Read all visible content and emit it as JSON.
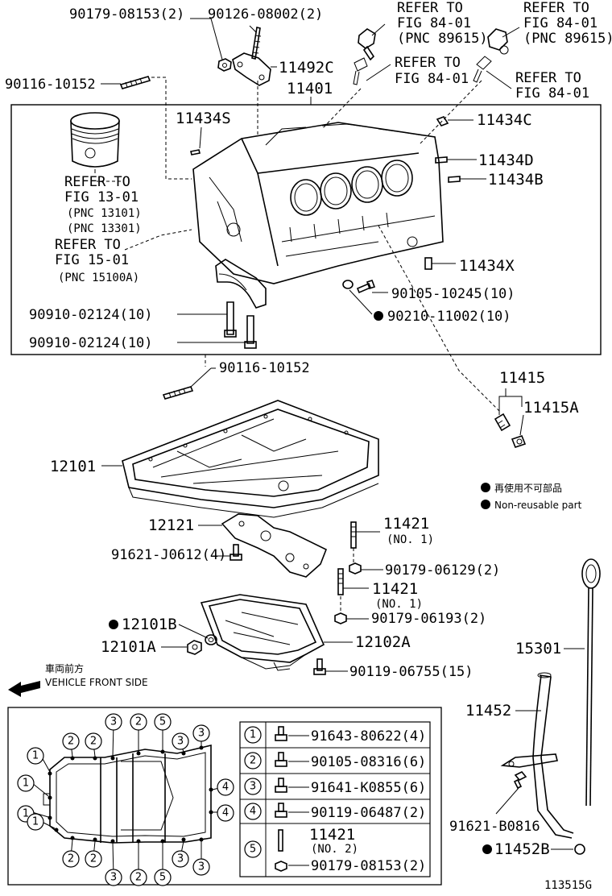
{
  "labels": {
    "p90179_08153": "90179-08153(2)",
    "p90126_08002": "90126-08002(2)",
    "refer1_a": "REFER TO",
    "refer1_b": "FIG 84-01",
    "refer1_c": "(PNC 89615)",
    "refer2_a": "REFER TO",
    "refer2_b": "FIG 84-01",
    "refer2_c": "(PNC 89615)",
    "p90116_10152_top": "90116-10152",
    "p11492C": "11492C",
    "refer3_a": "REFER TO",
    "refer3_b": "FIG 84-01",
    "refer4_a": "REFER TO",
    "refer4_b": "FIG 84-01",
    "p11401": "11401",
    "p11434S": "11434S",
    "p11434C": "11434C",
    "refer13_a": "REFER TO",
    "refer13_b": "FIG 13-01",
    "refer13_c": "(PNC 13101)",
    "refer13_d": "(PNC 13301)",
    "p11434D": "11434D",
    "p11434B": "11434B",
    "refer15_a": "REFER TO",
    "refer15_b": "FIG 15-01",
    "refer15_c": "(PNC 15100A)",
    "p11434X": "11434X",
    "p90105_10245": "90105-10245(10)",
    "p90210_11002": "90210-11002(10)",
    "p90910_a": "90910-02124(10)",
    "p90910_b": "90910-02124(10)",
    "p90116_10152_bot": "90116-10152",
    "p11415": "11415",
    "p11415A": "11415A",
    "p12101": "12101",
    "legend_jp": "再使用不可部品",
    "legend_en": "Non-reusable part",
    "p12121": "12121",
    "p11421_a": "11421",
    "p11421_a_no": "(NO. 1)",
    "p91621_J0612": "91621-J0612(4)",
    "p90179_06129": "90179-06129(2)",
    "p11421_b": "11421",
    "p11421_b_no": "(NO. 1)",
    "p12101B": "12101B",
    "p90179_06193": "90179-06193(2)",
    "p12101A": "12101A",
    "p12102A": "12102A",
    "p15301": "15301",
    "p90119_06755": "90119-06755(15)",
    "front_jp": "車両前方",
    "front_en": "VEHICLE FRONT SIDE",
    "p11452": "11452",
    "p91621_B0816": "91621-B0816",
    "p11452B": "11452B",
    "fig_id": "113515G"
  },
  "bolt_table": [
    {
      "num": "1",
      "part": "91643-80622(4)"
    },
    {
      "num": "2",
      "part": "90105-08316(6)"
    },
    {
      "num": "3",
      "part": "91641-K0855(6)"
    },
    {
      "num": "4",
      "part": "90119-06487(2)"
    },
    {
      "num": "5",
      "part_a": "11421",
      "part_b": "(NO. 2)",
      "part_c": "90179-08153(2)"
    }
  ],
  "bolt_callouts": [
    "1",
    "1",
    "1",
    "1",
    "2",
    "2",
    "2",
    "2",
    "2",
    "2",
    "3",
    "3",
    "3",
    "3",
    "3",
    "3",
    "4",
    "4",
    "5",
    "5"
  ]
}
